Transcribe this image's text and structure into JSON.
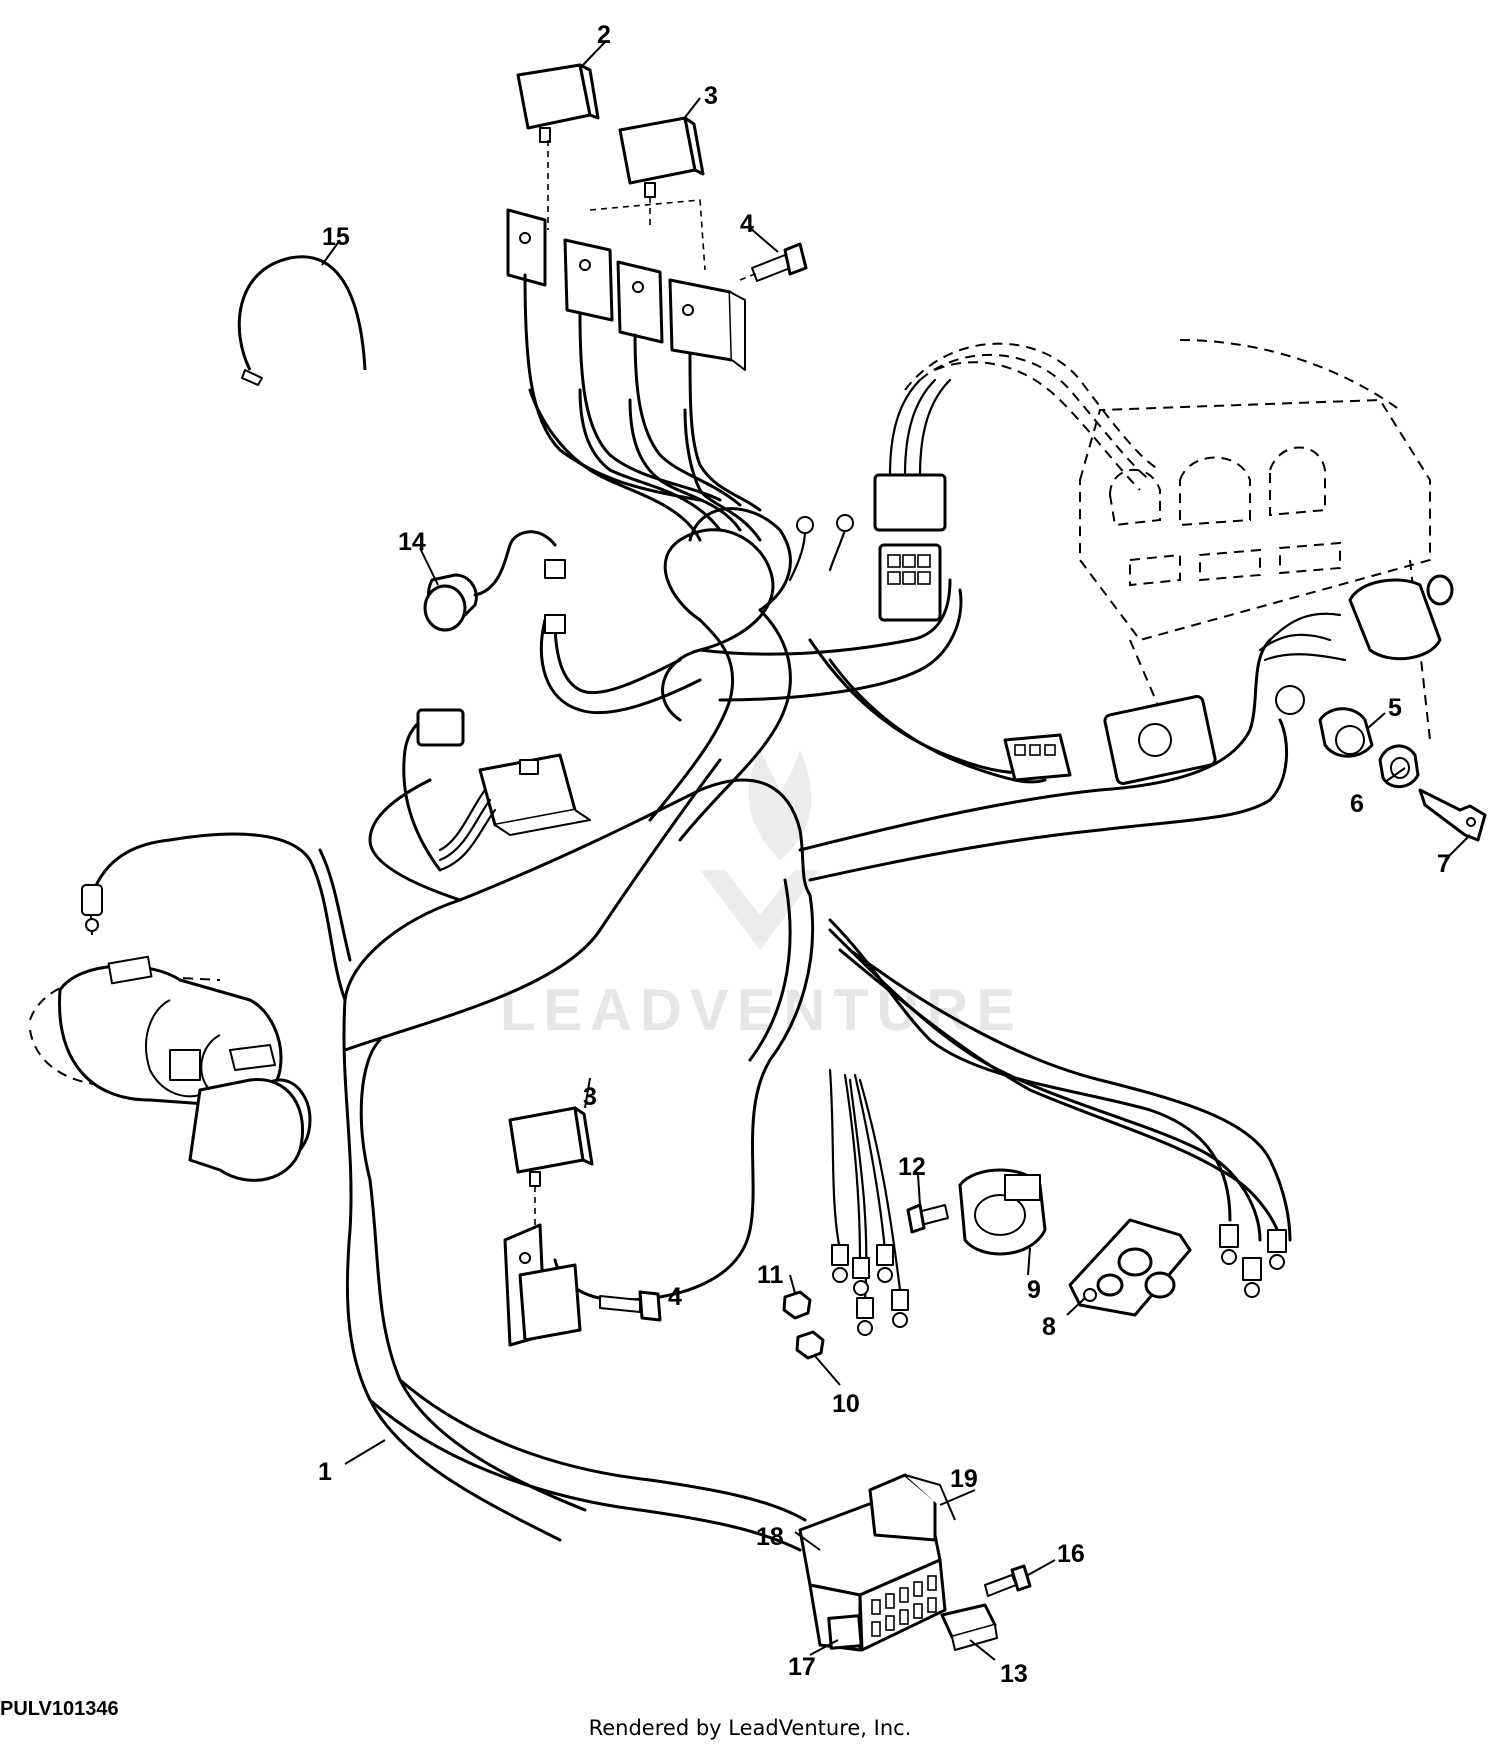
{
  "diagram": {
    "figure_id": "PULV101346",
    "credit": "Rendered by LeadVenture, Inc.",
    "watermark": "LEADVENTURE",
    "callouts": {
      "c1": "1",
      "c2": "2",
      "c3_top": "3",
      "c3_bottom": "3",
      "c4_top": "4",
      "c4_bottom": "4",
      "c5": "5",
      "c6": "6",
      "c7": "7",
      "c8": "8",
      "c9": "9",
      "c10": "10",
      "c11": "11",
      "c12": "12",
      "c13": "13",
      "c14": "14",
      "c15": "15",
      "c16": "16",
      "c17": "17",
      "c18": "18",
      "c19": "19"
    }
  }
}
